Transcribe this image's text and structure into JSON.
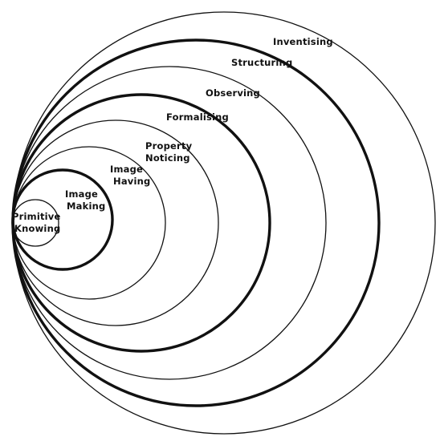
{
  "diagram": {
    "layers": [
      {
        "key": "primitive",
        "label": [
          "Primitive",
          "Knowing"
        ],
        "weight": "thin"
      },
      {
        "key": "image-making",
        "label": [
          "Image",
          "Making"
        ],
        "weight": "thick"
      },
      {
        "key": "image-having",
        "label": [
          "Image",
          "Having"
        ],
        "weight": "thin"
      },
      {
        "key": "property-noticing",
        "label": [
          "Property",
          "Noticing"
        ],
        "weight": "thin"
      },
      {
        "key": "formalising",
        "label": [
          "Formalising"
        ],
        "weight": "thick"
      },
      {
        "key": "observing",
        "label": [
          "Observing"
        ],
        "weight": "thin"
      },
      {
        "key": "structuring",
        "label": [
          "Structuring"
        ],
        "weight": "thick"
      },
      {
        "key": "inventising",
        "label": [
          "Inventising"
        ],
        "weight": "thin"
      }
    ]
  }
}
